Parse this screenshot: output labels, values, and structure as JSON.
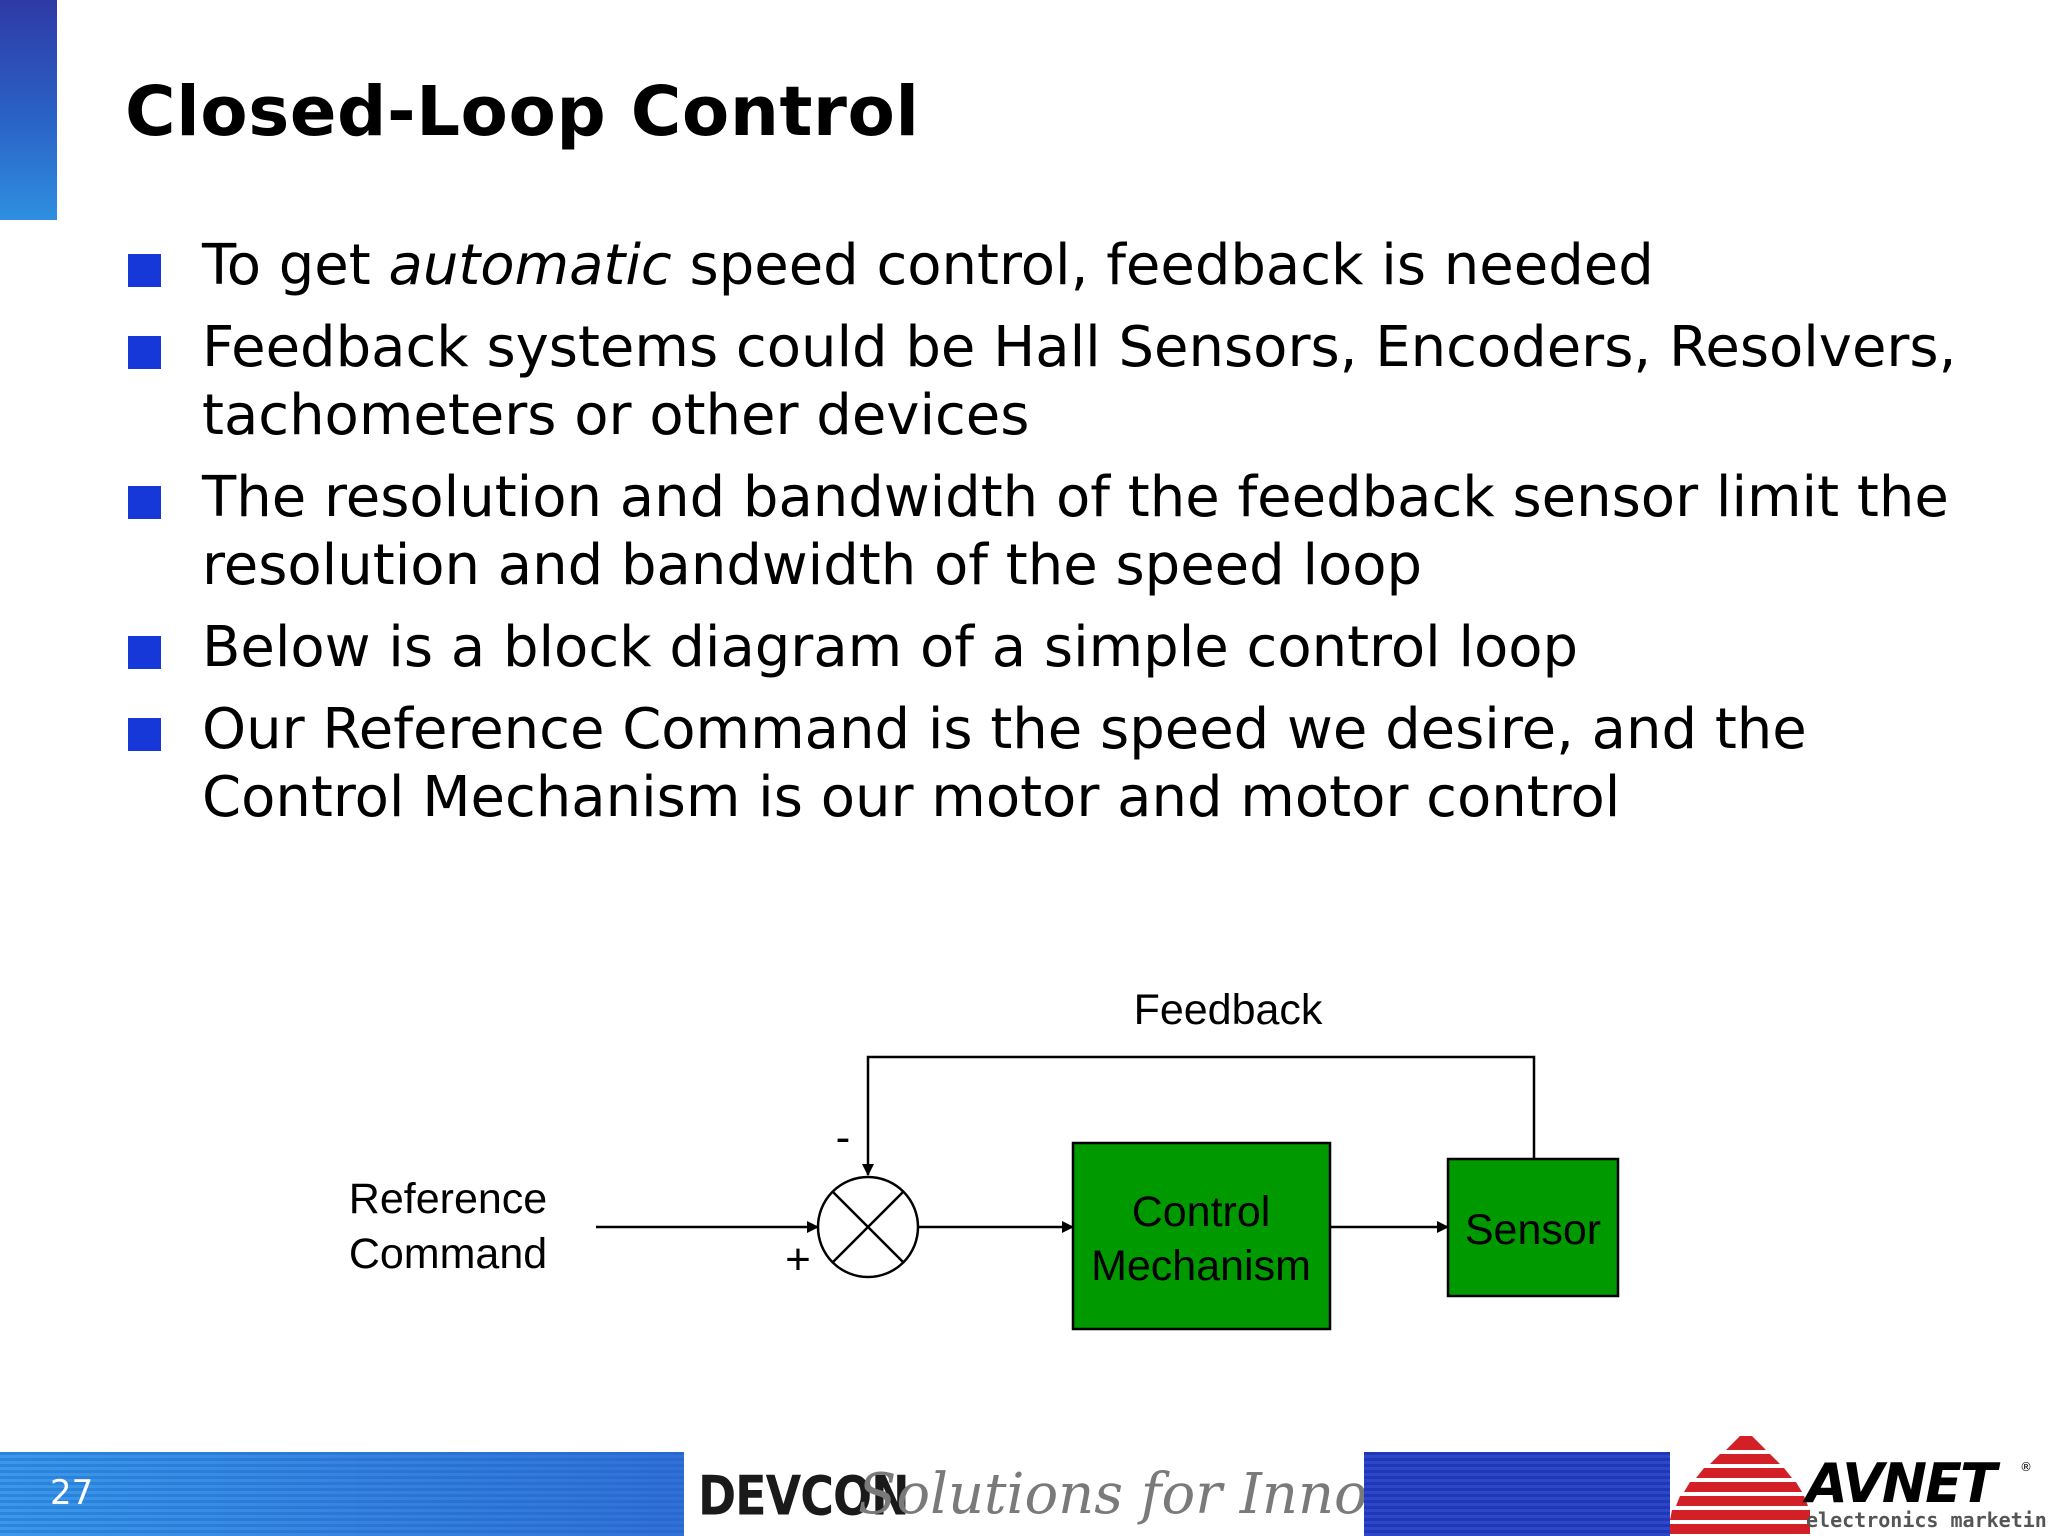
{
  "slide": {
    "title": "Closed-Loop Control",
    "page_number": "27"
  },
  "bullets": [
    {
      "before": "To get ",
      "emphasis": "automatic",
      "after": " speed control, feedback is needed"
    },
    {
      "text": "Feedback systems could be Hall Sensors, Encoders, Resolvers, tachometers or other devices"
    },
    {
      "text": "The resolution and bandwidth of the feedback sensor limit the resolution and bandwidth of the speed loop"
    },
    {
      "text": "Below is a block diagram of a simple control loop"
    },
    {
      "text": "Our Reference Command is the speed we desire, and the Control Mechanism is our motor and motor control"
    }
  ],
  "diagram": {
    "feedback_label": "Feedback",
    "reference_line1": "Reference",
    "reference_line2": "Command",
    "minus_sign": "-",
    "plus_sign": "+",
    "control_line1": "Control",
    "control_line2": "Mechanism",
    "sensor_label": "Sensor",
    "block_color": "#009900"
  },
  "footer": {
    "devcon_brand": "DEVCON",
    "devcon_tagline": "Solutions for Innovation",
    "avnet_logo_text": "AVNET",
    "avnet_registered": "®",
    "avnet_subtitle": "electronics marketing"
  }
}
